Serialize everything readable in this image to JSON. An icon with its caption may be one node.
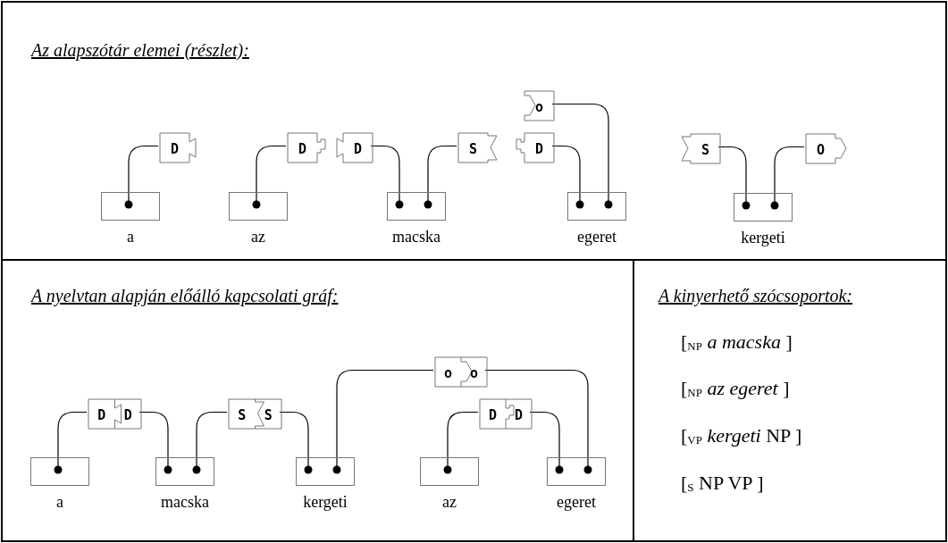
{
  "diagram": {
    "nodes": [
      {
        "text": [
          "Az alapszótár elemei (részlet):"
        ]
      },
      {
        "text": [
          "a"
        ],
        "in": 0
      },
      {
        "text": [
          "D"
        ],
        "in": 0
      },
      {
        "text": [
          "az"
        ],
        "in": 0
      },
      {
        "text": [
          "D"
        ],
        "in": 0
      },
      {
        "text": [
          "D"
        ],
        "in": 0
      },
      {
        "text": [
          "macska"
        ],
        "in": 0
      },
      {
        "text": [
          "S"
        ],
        "in": 0
      },
      {
        "text": [
          "o"
        ],
        "in": 0
      },
      {
        "text": [
          "D"
        ],
        "in": 0
      },
      {
        "text": [
          "egeret"
        ],
        "in": 0
      },
      {
        "text": [
          "S"
        ],
        "in": 0
      },
      {
        "text": [
          "kergeti"
        ],
        "in": 0
      },
      {
        "text": [
          "O"
        ],
        "in": 0
      },
      {
        "text": [
          "A nyelvtan alapján előálló kapcsolati gráf:"
        ]
      },
      {
        "text": [
          "o",
          "o"
        ],
        "in": 14
      },
      {
        "text": [
          "D",
          "D"
        ],
        "in": 14
      },
      {
        "text": [
          "S",
          "S"
        ],
        "in": 14
      },
      {
        "text": [
          "D",
          "D"
        ],
        "in": 14
      },
      {
        "text": [
          "a"
        ],
        "in": 14
      },
      {
        "text": [
          "macska"
        ],
        "in": 14
      },
      {
        "text": [
          "kergeti"
        ],
        "in": 14
      },
      {
        "text": [
          "az"
        ],
        "in": 14
      },
      {
        "text": [
          "egeret"
        ],
        "in": 14
      },
      {
        "text": [
          "A kinyerhető szócsoportok:",
          "[$_{NP}$ *a macska* ]",
          "[$_{NP}$ *az egeret* ]",
          "[$_{VP}$ *kergeti* NP ]",
          "[$_{S}$ NP VP ]"
        ]
      }
    ],
    "edges": [
      {
        "from": 1,
        "to": 2,
        "arrow": "other"
      },
      {
        "from": 3,
        "to": 4,
        "arrow": "other"
      },
      {
        "from": 6,
        "to": 5,
        "arrow": "other"
      },
      {
        "from": 6,
        "to": 7,
        "arrow": "other"
      },
      {
        "from": 10,
        "to": 9,
        "arrow": "other"
      },
      {
        "from": 10,
        "to": 8,
        "arrow": "other"
      },
      {
        "from": 12,
        "to": 11,
        "arrow": "other"
      },
      {
        "from": 12,
        "to": 13,
        "arrow": "other"
      },
      {
        "from": 19,
        "to": 16,
        "arrow": "other"
      },
      {
        "from": 20,
        "to": 16,
        "arrow": "other"
      },
      {
        "from": 20,
        "to": 17,
        "arrow": "other"
      },
      {
        "from": 21,
        "to": 17,
        "arrow": "other"
      },
      {
        "from": 21,
        "to": 15,
        "arrow": "other"
      },
      {
        "from": 22,
        "to": 18,
        "arrow": "other"
      },
      {
        "from": 23,
        "to": 18,
        "arrow": "other"
      },
      {
        "from": 23,
        "to": 15,
        "arrow": "other"
      }
    ]
  }
}
